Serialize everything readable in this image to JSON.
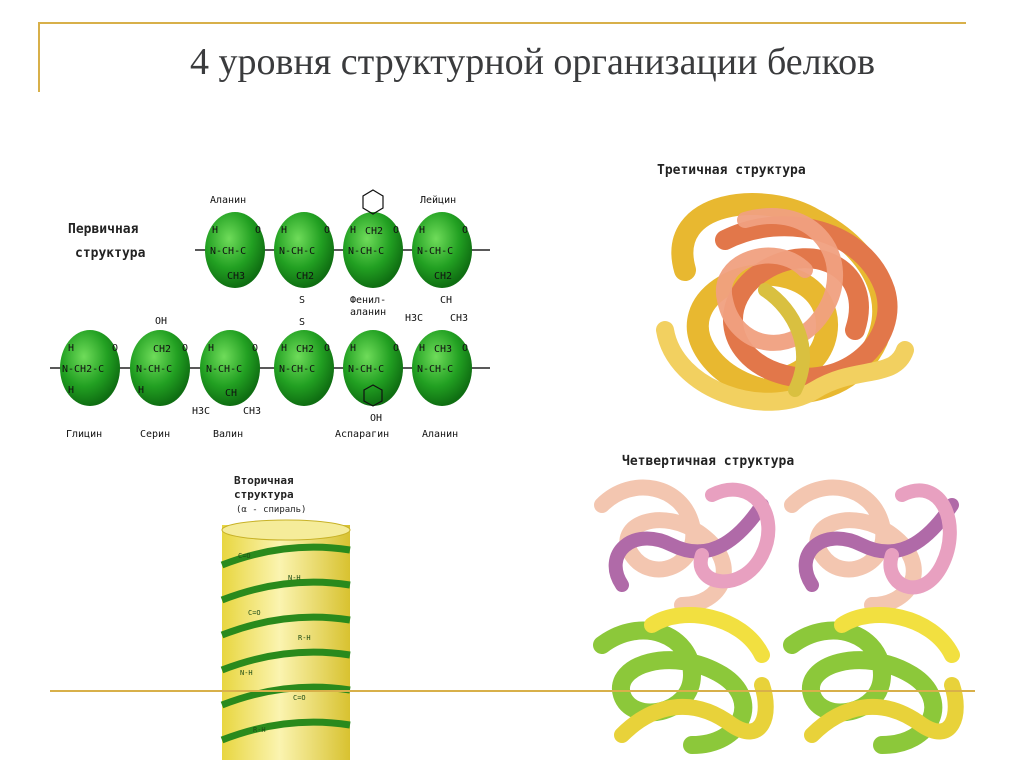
{
  "slide": {
    "title": "4 уровня структурной организации белков"
  },
  "primary": {
    "label_line1": "Первичная",
    "label_line2": "структура",
    "top_residues": [
      "Аланин",
      "",
      "",
      "Лейцин"
    ],
    "top_side_labels": [
      "Фенил-",
      "аланин"
    ],
    "bottom_residues": [
      "Глицин",
      "Серин",
      "Валин",
      "",
      "Аспарагин",
      "Аланин"
    ],
    "bond_text": "N-CH-C",
    "bond_text_first": "N-CH2-C",
    "h": "H",
    "o": "O",
    "ch3": "CH3",
    "ch2": "CH2",
    "ch": "CH",
    "oh": "OH",
    "s": "S",
    "h3c": "H3C"
  },
  "secondary": {
    "label_line1": "Вторичная",
    "label_line2": "структура",
    "label_line3": "(α - спираль)"
  },
  "tertiary": {
    "label": "Третичная структура"
  },
  "quaternary": {
    "label": "Четвертичная структура"
  },
  "colors": {
    "accent_line": "#d8b04a",
    "title_text": "#3a3b3d",
    "residue_green": "#22a022"
  }
}
